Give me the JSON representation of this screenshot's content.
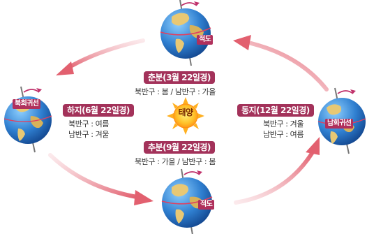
{
  "sun": {
    "label": "태양"
  },
  "positions": {
    "spring": {
      "title": "춘분(3월 22일경)",
      "desc": "북반구 : 봄 / 남반구 : 가을",
      "globe_label": "적도"
    },
    "summer": {
      "title": "하지(6월 22일경)",
      "north": "북반구 : 여름",
      "south": "남반구 : 겨울",
      "globe_label": "북회귀선"
    },
    "autumn": {
      "title": "추분(9월 22일경)",
      "desc": "북반구 : 가을 / 남반구 : 봄",
      "globe_label": "적도"
    },
    "winter": {
      "title": "동지(12월 22일경)",
      "north": "북반구 : 겨울",
      "south": "남반구 : 여름",
      "globe_label": "남회귀선"
    }
  },
  "colors": {
    "label_bg": "#a3325a",
    "arrow": "#e06070",
    "ocean": "#2f7fd0",
    "land": "#e8c874",
    "sun": "#ff9a1a"
  }
}
